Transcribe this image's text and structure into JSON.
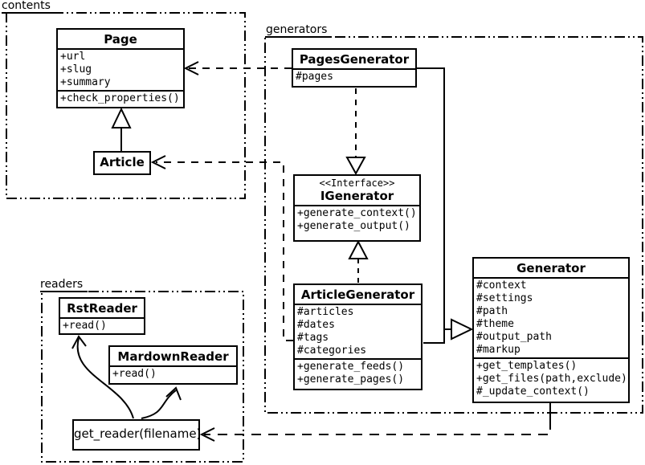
{
  "packages": {
    "contents": {
      "label": "contents"
    },
    "generators": {
      "label": "generators"
    },
    "readers": {
      "label": "readers"
    }
  },
  "classes": {
    "page": {
      "title": "Page",
      "attributes": [
        "+url",
        "+slug",
        "+summary"
      ],
      "methods": [
        "+check_properties()"
      ]
    },
    "article": {
      "title": "Article"
    },
    "pages_generator": {
      "title": "PagesGenerator",
      "attributes": [
        "#pages"
      ]
    },
    "igenerator": {
      "stereotype": "<<Interface>>",
      "title": "IGenerator",
      "methods": [
        "+generate_context()",
        "+generate_output()"
      ]
    },
    "article_generator": {
      "title": "ArticleGenerator",
      "attributes": [
        "#articles",
        "#dates",
        "#tags",
        "#categories"
      ],
      "methods": [
        "+generate_feeds()",
        "+generate_pages()"
      ]
    },
    "generator": {
      "title": "Generator",
      "attributes": [
        "#context",
        "#settings",
        "#path",
        "#theme",
        "#output_path",
        "#markup"
      ],
      "methods": [
        "+get_templates()",
        "+get_files(path,exclude)",
        "#_update_context()"
      ]
    },
    "rst_reader": {
      "title": "RstReader",
      "methods": [
        "+read()"
      ]
    },
    "mardown_reader": {
      "title": "MardownReader",
      "methods": [
        "+read()"
      ]
    },
    "get_reader": {
      "label": "get_reader(filename)"
    }
  },
  "relationships": [
    {
      "from": "Article",
      "to": "Page",
      "type": "generalization",
      "line": "solid"
    },
    {
      "from": "PagesGenerator",
      "to": "IGenerator",
      "type": "realization",
      "line": "dashed"
    },
    {
      "from": "ArticleGenerator",
      "to": "IGenerator",
      "type": "realization",
      "line": "dashed"
    },
    {
      "from": "PagesGenerator",
      "to": "Generator",
      "type": "generalization",
      "line": "solid"
    },
    {
      "from": "ArticleGenerator",
      "to": "Generator",
      "type": "generalization",
      "line": "solid"
    },
    {
      "from": "PagesGenerator",
      "to": "Page",
      "type": "dependency",
      "line": "dashed"
    },
    {
      "from": "ArticleGenerator",
      "to": "Article",
      "type": "dependency",
      "line": "dashed"
    },
    {
      "from": "Generator",
      "to": "get_reader(filename)",
      "type": "dependency",
      "line": "dashed"
    },
    {
      "from": "get_reader(filename)",
      "to": "RstReader",
      "type": "arrow",
      "line": "solid-curve"
    },
    {
      "from": "get_reader(filename)",
      "to": "MardownReader",
      "type": "arrow",
      "line": "solid-curve"
    }
  ],
  "colors": {
    "line": "#000000",
    "background": "#ffffff"
  }
}
